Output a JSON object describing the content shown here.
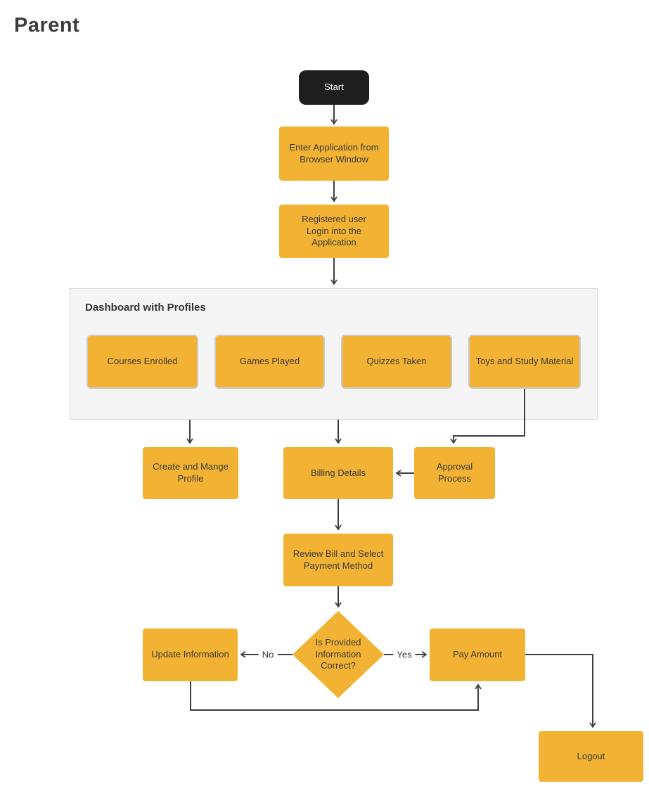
{
  "title": "Parent",
  "colors": {
    "node_fill": "#F2B233",
    "start_fill": "#1E1E1E",
    "start_text": "#FFFFFF",
    "node_text": "#3A3A3A",
    "arrow": "#3F3F3F",
    "container_bg": "#F5F5F5",
    "container_border": "#D8D8D8",
    "dash_node_border": "#CCCCCC",
    "title_text": "#3D3D3D"
  },
  "nodes": {
    "start": {
      "label": "Start"
    },
    "enter_application": {
      "label": "Enter Application from\nBrowser Window"
    },
    "login": {
      "label": "Registered user\nLogin into the\nApplication"
    },
    "create_profile": {
      "label": "Create and Mange\nProfile"
    },
    "billing": {
      "label": "Billing Details"
    },
    "approval": {
      "label": "Approval Process"
    },
    "review_bill": {
      "label": "Review Bill and Select\nPayment Method"
    },
    "decision": {
      "label": "Is Provided\nInformation\nCorrect?"
    },
    "update_information": {
      "label": "Update Information"
    },
    "pay_amount": {
      "label": "Pay Amount"
    },
    "logout": {
      "label": "Logout"
    }
  },
  "dashboard": {
    "title": "Dashboard with Profiles",
    "items": [
      {
        "label": "Courses Enrolled"
      },
      {
        "label": "Games Played"
      },
      {
        "label": "Quizzes Taken"
      },
      {
        "label": "Toys and Study Material"
      }
    ]
  },
  "edge_labels": {
    "no": "No",
    "yes": "Yes"
  }
}
